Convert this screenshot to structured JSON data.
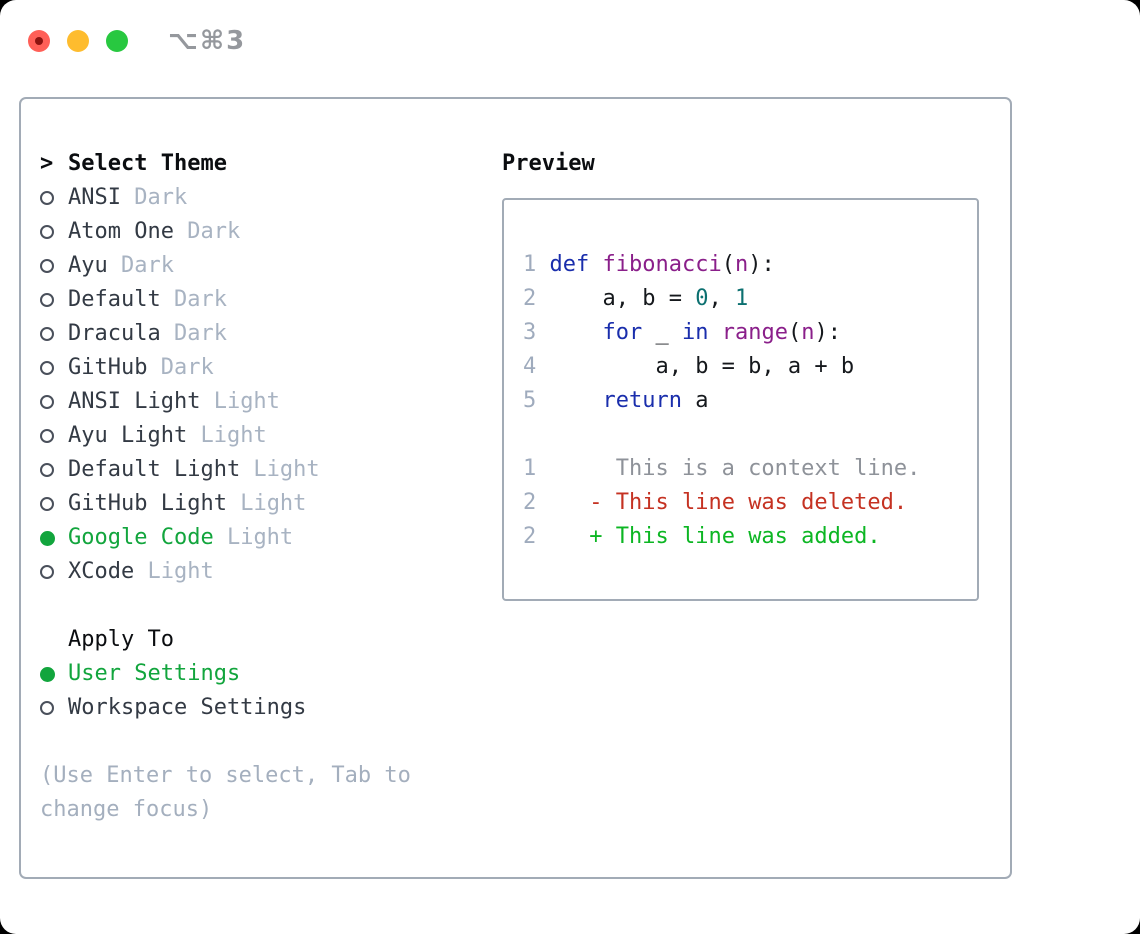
{
  "window": {
    "title": "⌥⌘3"
  },
  "traffic_lights": {
    "close_color": "#ff5f57",
    "close_dot_color": "#8c1310",
    "minimize_color": "#febc2e",
    "zoom_color": "#28c840"
  },
  "colors": {
    "accent_green": "#12a53d",
    "text_dark": "#333a44",
    "text_muted": "#a8b3c2",
    "panel_border": "#a2abb6",
    "syntax": {
      "num": "#9fabbd",
      "kw": "#1a2eac",
      "fn": "#8a1f8a",
      "nm": "#0c7070",
      "pl": "#15181c",
      "ctx": "#8e9299",
      "del": "#c53222",
      "add": "#0cb623"
    }
  },
  "theme_panel": {
    "header": "Select Theme",
    "header_marker": ">",
    "items": [
      {
        "label": "ANSI",
        "tag": "Dark",
        "selected": false
      },
      {
        "label": "Atom One",
        "tag": "Dark",
        "selected": false
      },
      {
        "label": "Ayu",
        "tag": "Dark",
        "selected": false
      },
      {
        "label": "Default",
        "tag": "Dark",
        "selected": false
      },
      {
        "label": "Dracula",
        "tag": "Dark",
        "selected": false
      },
      {
        "label": "GitHub",
        "tag": "Dark",
        "selected": false
      },
      {
        "label": "ANSI Light",
        "tag": "Light",
        "selected": false
      },
      {
        "label": "Ayu Light",
        "tag": "Light",
        "selected": false
      },
      {
        "label": "Default Light",
        "tag": "Light",
        "selected": false
      },
      {
        "label": "GitHub Light",
        "tag": "Light",
        "selected": false
      },
      {
        "label": "Google Code",
        "tag": "Light",
        "selected": true
      },
      {
        "label": "XCode",
        "tag": "Light",
        "selected": false
      }
    ]
  },
  "apply_panel": {
    "header": "Apply To",
    "options": [
      {
        "label": "User Settings",
        "selected": true
      },
      {
        "label": "Workspace Settings",
        "selected": false
      }
    ]
  },
  "help_text": "(Use Enter to select, Tab to change focus)",
  "preview": {
    "header": "Preview",
    "lines": [
      [
        [
          "1 ",
          "num"
        ],
        [
          "def",
          "kw"
        ],
        [
          " ",
          "pl"
        ],
        [
          "fibonacci",
          "fn"
        ],
        [
          "(",
          "pl"
        ],
        [
          "n",
          "fn"
        ],
        [
          "):",
          "pl"
        ]
      ],
      [
        [
          "2 ",
          "num"
        ],
        [
          "    a, b = ",
          "pl"
        ],
        [
          "0",
          "nm"
        ],
        [
          ", ",
          "pl"
        ],
        [
          "1",
          "nm"
        ]
      ],
      [
        [
          "3 ",
          "num"
        ],
        [
          "    ",
          "pl"
        ],
        [
          "for",
          "kw"
        ],
        [
          " _ ",
          "pl"
        ],
        [
          "in",
          "kw"
        ],
        [
          " ",
          "pl"
        ],
        [
          "range",
          "fn"
        ],
        [
          "(",
          "pl"
        ],
        [
          "n",
          "fn"
        ],
        [
          "):",
          "pl"
        ]
      ],
      [
        [
          "4 ",
          "num"
        ],
        [
          "        a, b = b, a + b",
          "pl"
        ]
      ],
      [
        [
          "5 ",
          "num"
        ],
        [
          "    ",
          "pl"
        ],
        [
          "return",
          "kw"
        ],
        [
          " a",
          "pl"
        ]
      ],
      [],
      [
        [
          "1 ",
          "num"
        ],
        [
          "     This is a context line.",
          "ctx"
        ]
      ],
      [
        [
          "2 ",
          "num"
        ],
        [
          "   ",
          "pl"
        ],
        [
          "- This line was deleted.",
          "del"
        ]
      ],
      [
        [
          "2 ",
          "num"
        ],
        [
          "   ",
          "pl"
        ],
        [
          "+ This line was added.",
          "add"
        ]
      ]
    ]
  }
}
